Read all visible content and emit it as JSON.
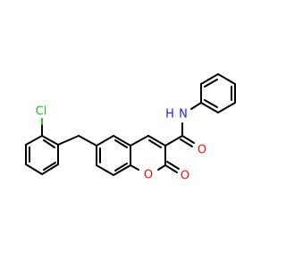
{
  "atoms": {
    "chlorine": {
      "symbol": "Cl",
      "color": "#1fbf1f"
    },
    "nitrogen_h": {
      "symbol": "N",
      "h": "H",
      "color": "#2020ff"
    },
    "amide_oxygen": {
      "symbol": "O",
      "color": "#ff0d0d"
    },
    "ring_oxygen": {
      "symbol": "O",
      "color": "#ff0d0d"
    },
    "lactone_oxygen": {
      "symbol": "O",
      "color": "#ff0d0d"
    }
  },
  "colors": {
    "bond": "#000000",
    "background": "#ffffff"
  }
}
